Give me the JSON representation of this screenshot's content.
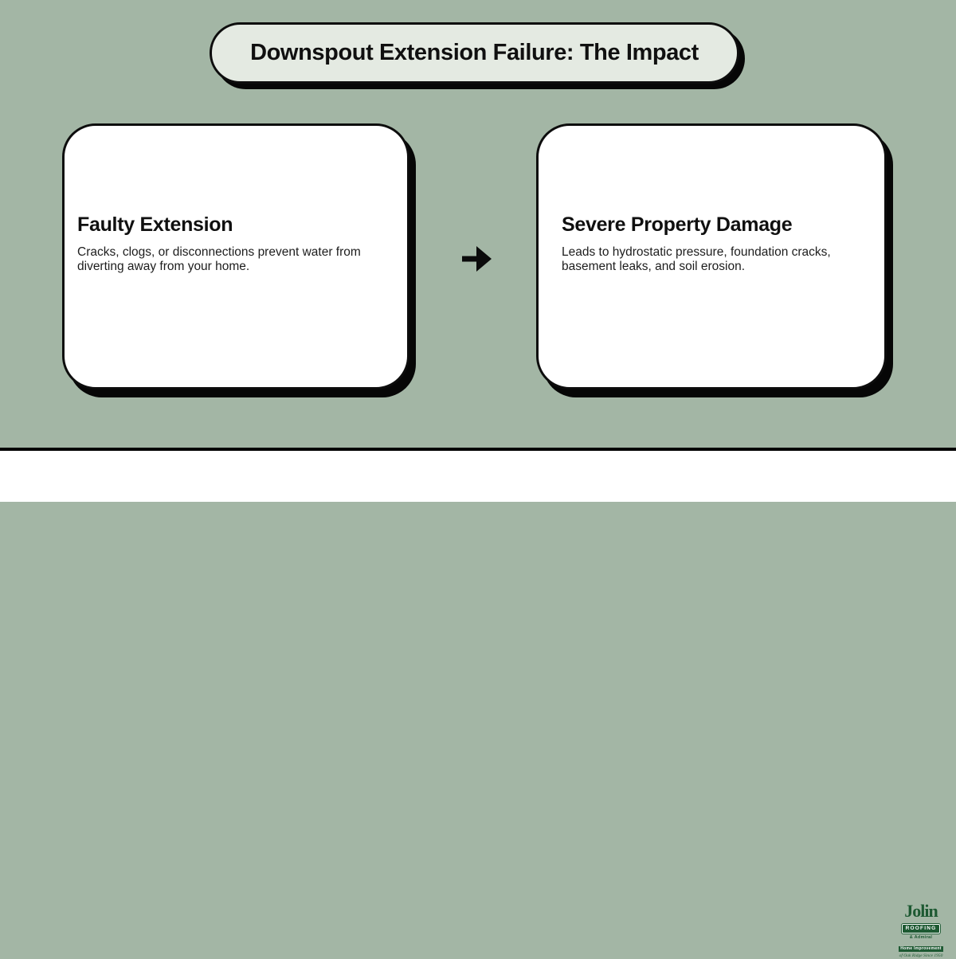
{
  "colors": {
    "background": "#a3b6a5",
    "pill_fill": "#e4eae2",
    "card_fill": "#ffffff",
    "outline_and_shadow": "#0d0d0d",
    "logo_green": "#1d5932"
  },
  "header": {
    "title": "Downspout Extension Failure: The Impact"
  },
  "cards": [
    {
      "title": "Faulty Extension",
      "body": "Cracks, clogs, or disconnections prevent water from diverting away from your home."
    },
    {
      "title": "Severe Property Damage",
      "body": "Leads to hydrostatic pressure, foundation cracks, basement leaks, and soil erosion."
    }
  ],
  "arrow": {
    "icon": "arrow-right-icon"
  },
  "footer": {
    "logo": {
      "name": "Jolin",
      "banner": "ROOFING",
      "line1": "& Admiral",
      "line2": "Home Improvement",
      "tagline": "of Oak Ridge Since 1950"
    }
  }
}
